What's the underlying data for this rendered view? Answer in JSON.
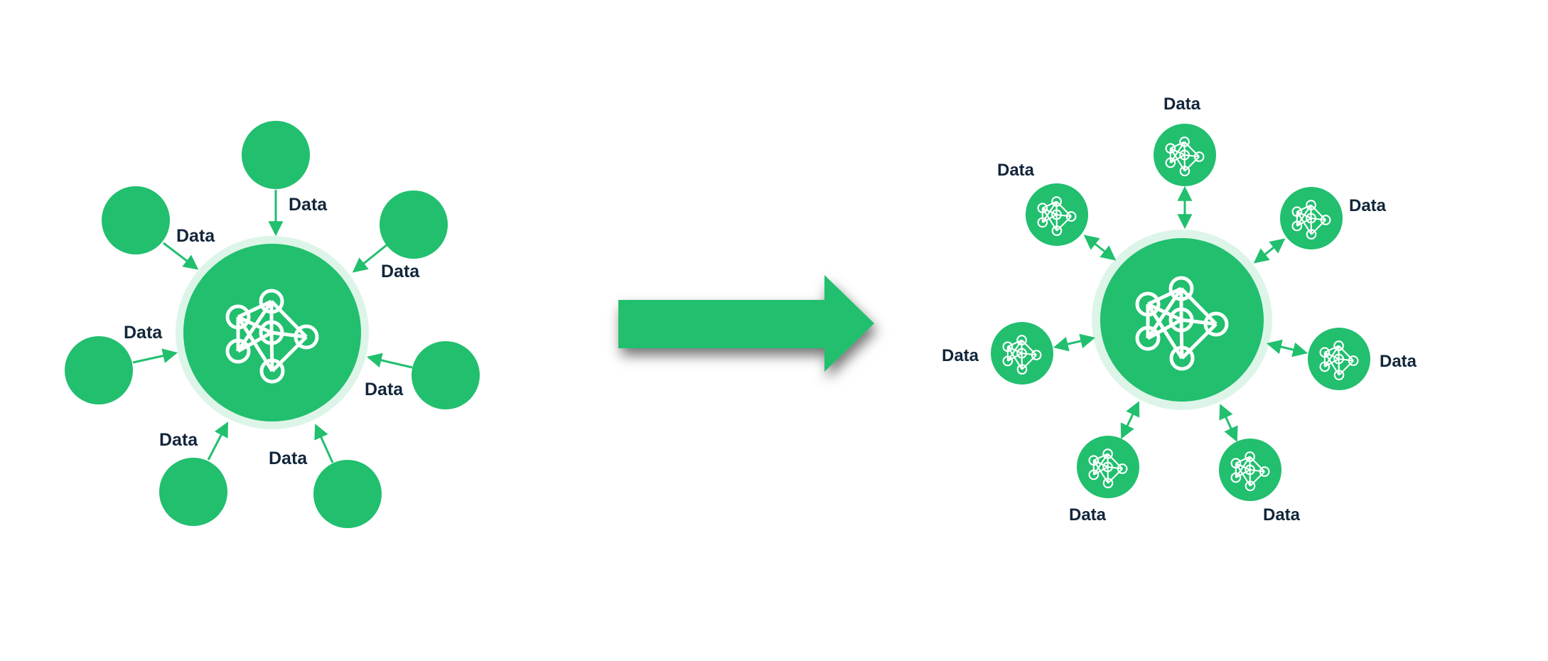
{
  "colors": {
    "green": "#21BF6E",
    "halo": "#DDF5E8",
    "label": "#12263A",
    "icon_stroke": "#ffffff",
    "background": "#ffffff"
  },
  "icons": {
    "hub": "neural-network-icon",
    "node": "neural-network-icon",
    "transition": "right-arrow"
  },
  "left_diagram": {
    "model": "centralized",
    "hub_icon": "neural-network-icon",
    "sources": [
      {
        "label": "Data"
      },
      {
        "label": "Data"
      },
      {
        "label": "Data"
      },
      {
        "label": "Data"
      },
      {
        "label": "Data"
      },
      {
        "label": "Data"
      },
      {
        "label": "Data"
      }
    ]
  },
  "right_diagram": {
    "model": "federated",
    "hub_icon": "neural-network-icon",
    "node_icon": "neural-network-icon",
    "nodes": [
      {
        "label": "Data"
      },
      {
        "label": "Data"
      },
      {
        "label": "Data"
      },
      {
        "label": "Data"
      },
      {
        "label": "Data"
      },
      {
        "label": "Data"
      },
      {
        "label": "Data"
      }
    ]
  }
}
